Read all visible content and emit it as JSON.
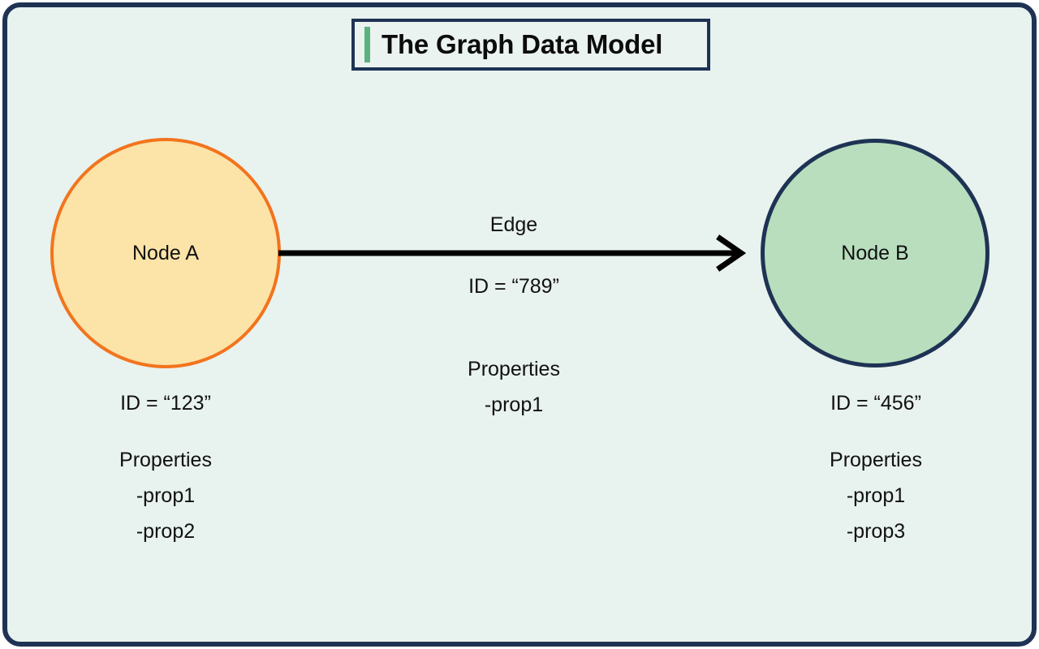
{
  "title": {
    "text": "The Graph Data Model",
    "accent_color": "#5cb27f",
    "border_color": "#1e3354"
  },
  "frame": {
    "border_color": "#1e3354",
    "background_color": "#e8f2ee"
  },
  "diagram": {
    "type": "graph-data-model",
    "nodes": [
      {
        "id": "node-a",
        "label": "Node A",
        "id_line": "ID = “123”",
        "properties_heading": "Properties",
        "properties": [
          "-prop1",
          "-prop2"
        ],
        "fill_color": "#fce3a8",
        "border_color": "#f2741d"
      },
      {
        "id": "node-b",
        "label": "Node B",
        "id_line": "ID = “456”",
        "properties_heading": "Properties",
        "properties": [
          "-prop1",
          "-prop3"
        ],
        "fill_color": "#b8debe",
        "border_color": "#1e3354"
      }
    ],
    "edge": {
      "label": "Edge",
      "id_line": "ID = “789”",
      "properties_heading": "Properties",
      "properties": [
        "-prop1"
      ],
      "direction": "node-a-to-node-b",
      "line_color": "#000000"
    }
  }
}
